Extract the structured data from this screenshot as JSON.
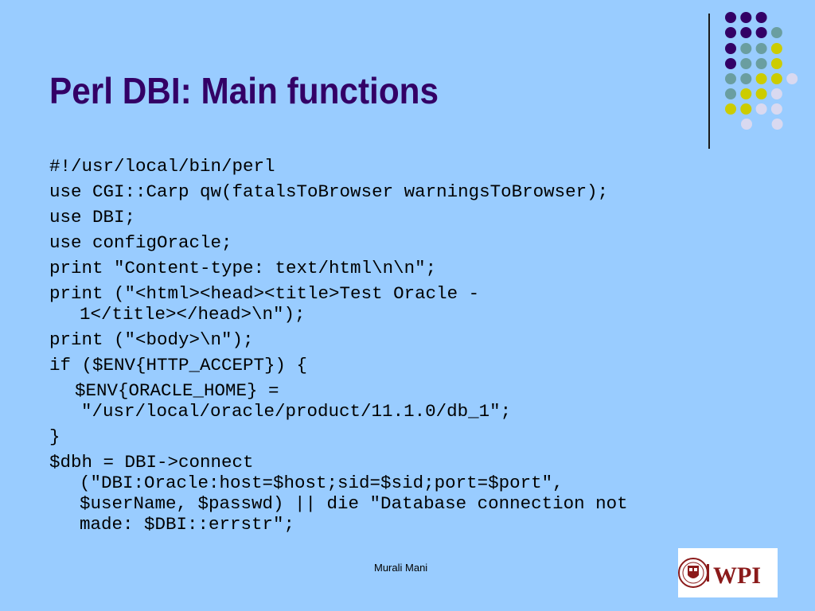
{
  "slide": {
    "title": "Perl DBI: Main functions",
    "footer_author": "Murali Mani",
    "logo_text": "WPI"
  },
  "code_lines": [
    {
      "first": "#!/usr/local/bin/perl",
      "cont": []
    },
    {
      "first": "use CGI::Carp qw(fatalsToBrowser warningsToBrowser);",
      "cont": []
    },
    {
      "first": "use DBI;",
      "cont": []
    },
    {
      "first": "use configOracle;",
      "cont": []
    },
    {
      "first": "print \"Content-type: text/html\\n\\n\";",
      "cont": []
    },
    {
      "first": "print (\"<html><head><title>Test Oracle -",
      "cont": [
        "1</title></head>\\n\");"
      ]
    },
    {
      "first": "print (\"<body>\\n\");",
      "cont": []
    },
    {
      "first": "if ($ENV{HTTP_ACCEPT}) {",
      "cont": []
    },
    {
      "first": "$ENV{ORACLE_HOME} =",
      "cont": [
        "\"/usr/local/oracle/product/11.1.0/db_1\";"
      ],
      "indent": true
    },
    {
      "first": "}",
      "cont": []
    },
    {
      "first": "$dbh = DBI->connect",
      "cont": [
        "(\"DBI:Oracle:host=$host;sid=$sid;port=$port\",",
        "$userName, $passwd) || die \"Database connection not",
        "made: $DBI::errstr\";"
      ]
    }
  ],
  "colors": {
    "background": "#99ccff",
    "title": "#330066",
    "dot_purple": "#330066",
    "dot_teal": "#6a9ea0",
    "dot_yellow": "#cccc00",
    "dot_lavender": "#d9d9f0"
  }
}
